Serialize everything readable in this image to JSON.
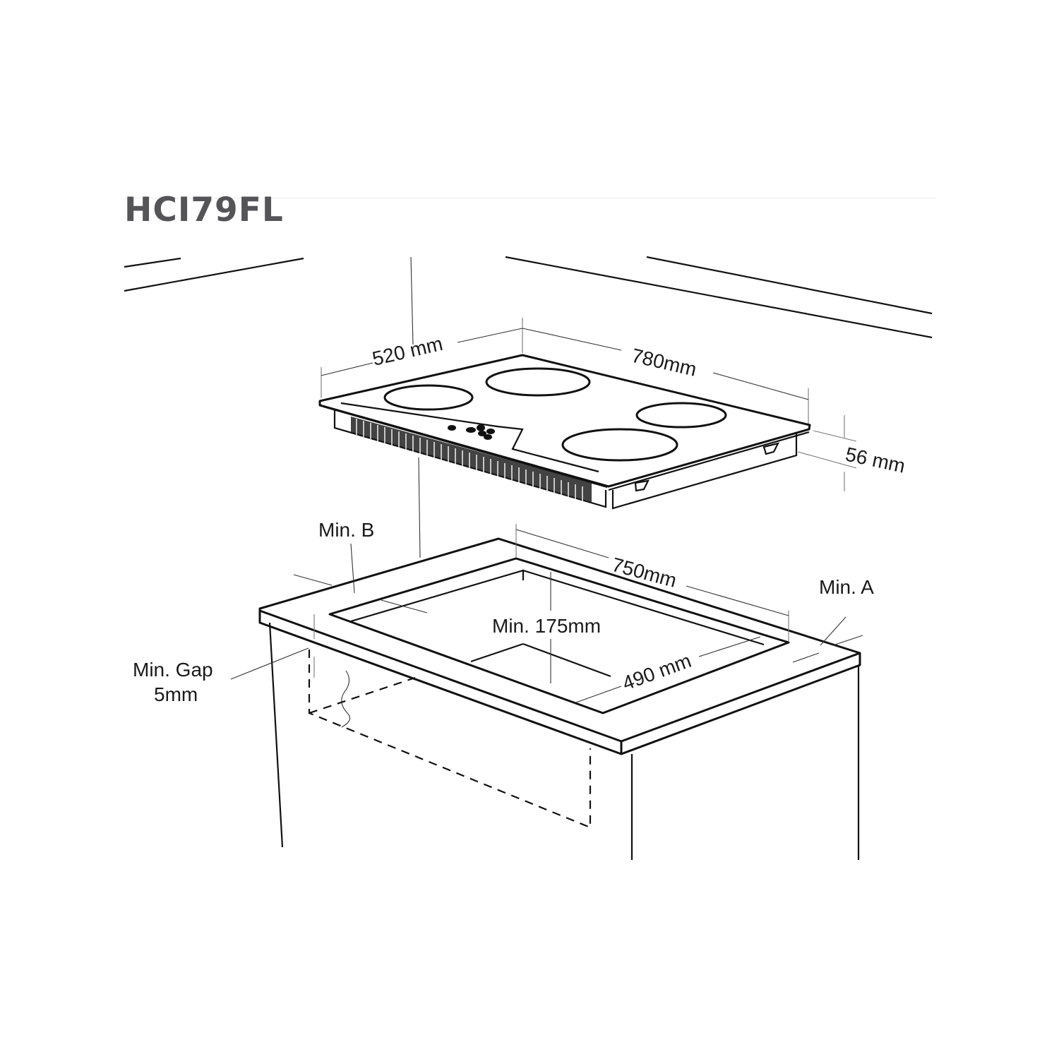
{
  "header": {
    "model": "HCI79FL"
  },
  "dimensions": {
    "hob_depth": "520 mm",
    "hob_width": "780mm",
    "hob_height": "56 mm",
    "cutout_width": "750mm",
    "cutout_depth": "490 mm",
    "min_depth_below": "Min. 175mm",
    "min_a": "Min. A",
    "min_b": "Min. B",
    "min_gap_line1": "Min. Gap",
    "min_gap_line2": "5mm"
  },
  "colors": {
    "title": "#555457",
    "line": "#111111",
    "background": "#ffffff"
  }
}
